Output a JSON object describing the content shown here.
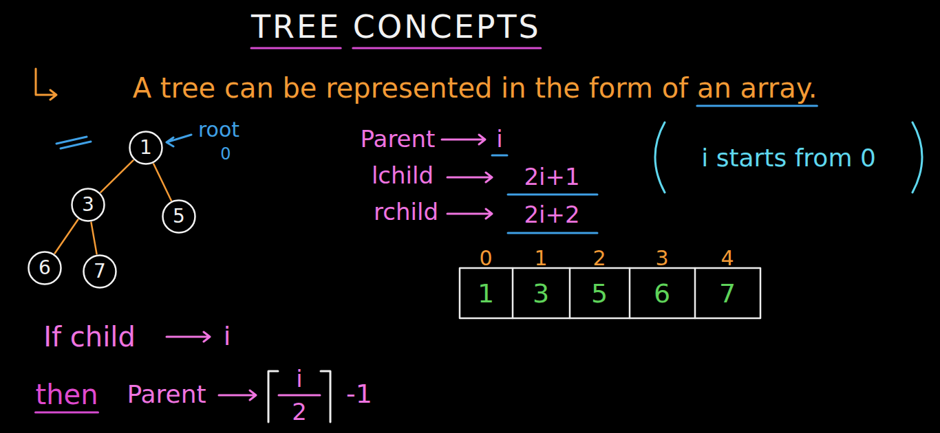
{
  "diagram": {
    "title": "TREE CONCEPTS",
    "nodes": [
      {
        "text": [
          "1"
        ]
      },
      {
        "text": [
          "3"
        ]
      },
      {
        "text": [
          "5"
        ]
      },
      {
        "text": [
          "6"
        ]
      },
      {
        "text": [
          "7"
        ]
      }
    ],
    "edges": [
      {
        "from": 0,
        "to": 1,
        "arrow": "none"
      },
      {
        "from": 0,
        "to": 2,
        "arrow": "none"
      },
      {
        "from": 1,
        "to": 3,
        "arrow": "none"
      },
      {
        "from": 1,
        "to": 4,
        "arrow": "none"
      }
    ],
    "labels": [
      "A tree can be represented in the form of an array.",
      "root",
      "0",
      "Parent",
      "i",
      "lchild",
      "2i+1",
      "rchild",
      "2i+2",
      "i starts from 0",
      "0",
      "1",
      "2",
      "3",
      "4",
      "1",
      "3",
      "5",
      "6",
      "7",
      "If child",
      "i",
      "then",
      "Parent",
      "i",
      "2",
      "-1"
    ]
  }
}
